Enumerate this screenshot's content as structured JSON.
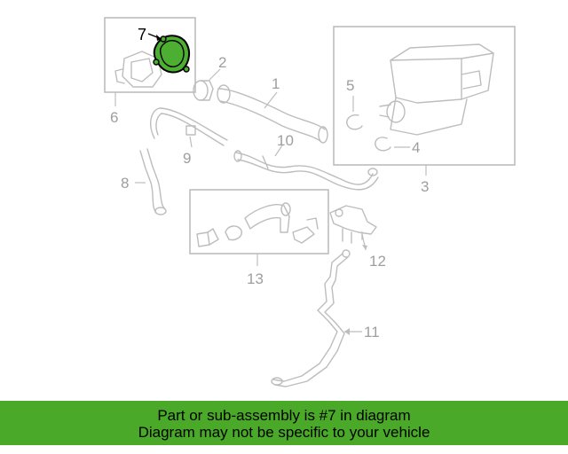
{
  "callouts": {
    "c1": "1",
    "c2": "2",
    "c3": "3",
    "c4": "4",
    "c5": "5",
    "c6": "6",
    "c7": "7",
    "c8": "8",
    "c9": "9",
    "c10": "10",
    "c11": "11",
    "c12": "12",
    "c13": "13"
  },
  "banner": {
    "line1": "Part or sub-assembly is #7 in diagram",
    "line2": "Diagram may not be specific to your vehicle"
  },
  "colors": {
    "highlight_part": "#4caf32",
    "banner_bg": "#4aa929",
    "line_gray": "#bdbdbd"
  }
}
